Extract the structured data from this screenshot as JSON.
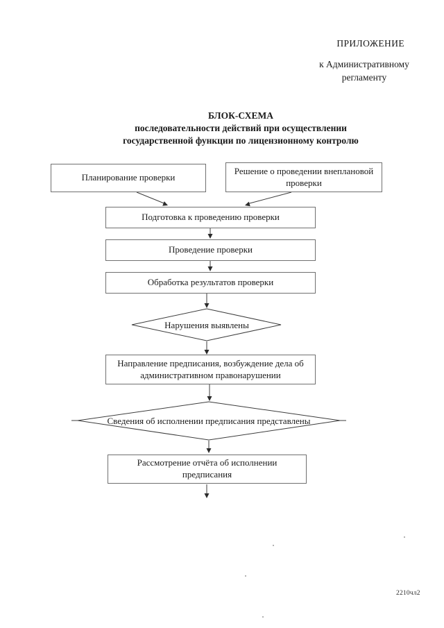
{
  "document": {
    "appendix": {
      "heading": "ПРИЛОЖЕНИЕ",
      "subheading_line1": "к Административному",
      "subheading_line2": "регламенту"
    },
    "title": {
      "line1": "БЛОК-СХЕМА",
      "line2": "последовательности действий при осуществлении",
      "line3": "государственной функции по лицензионному контролю"
    },
    "footer_note": "2210чл2"
  },
  "flowchart": {
    "nodes": [
      {
        "id": "planning",
        "type": "process",
        "label": "Планирование проверки"
      },
      {
        "id": "unscheduled-decision",
        "type": "process",
        "label": "Решение о проведении внеплановой проверки"
      },
      {
        "id": "preparation",
        "type": "process",
        "label": "Подготовка к проведению проверки"
      },
      {
        "id": "conducting",
        "type": "process",
        "label": "Проведение проверки"
      },
      {
        "id": "processing-results",
        "type": "process",
        "label": "Обработка результатов проверки"
      },
      {
        "id": "violations-found",
        "type": "decision",
        "label": "Нарушения выявлены"
      },
      {
        "id": "issue-order",
        "type": "process",
        "label": "Направление предписания, возбуждение дела об административном правонарушении"
      },
      {
        "id": "compliance-info",
        "type": "decision",
        "label": "Сведения об исполнении предписания представлены"
      },
      {
        "id": "report-review",
        "type": "process",
        "label": "Рассмотрение отчёта об исполнении предписания"
      }
    ],
    "colors": {
      "box_border": "#6f6f6f",
      "connector_line": "#3b3b3b",
      "text": "#1a1a1a",
      "background": "#ffffff"
    }
  }
}
